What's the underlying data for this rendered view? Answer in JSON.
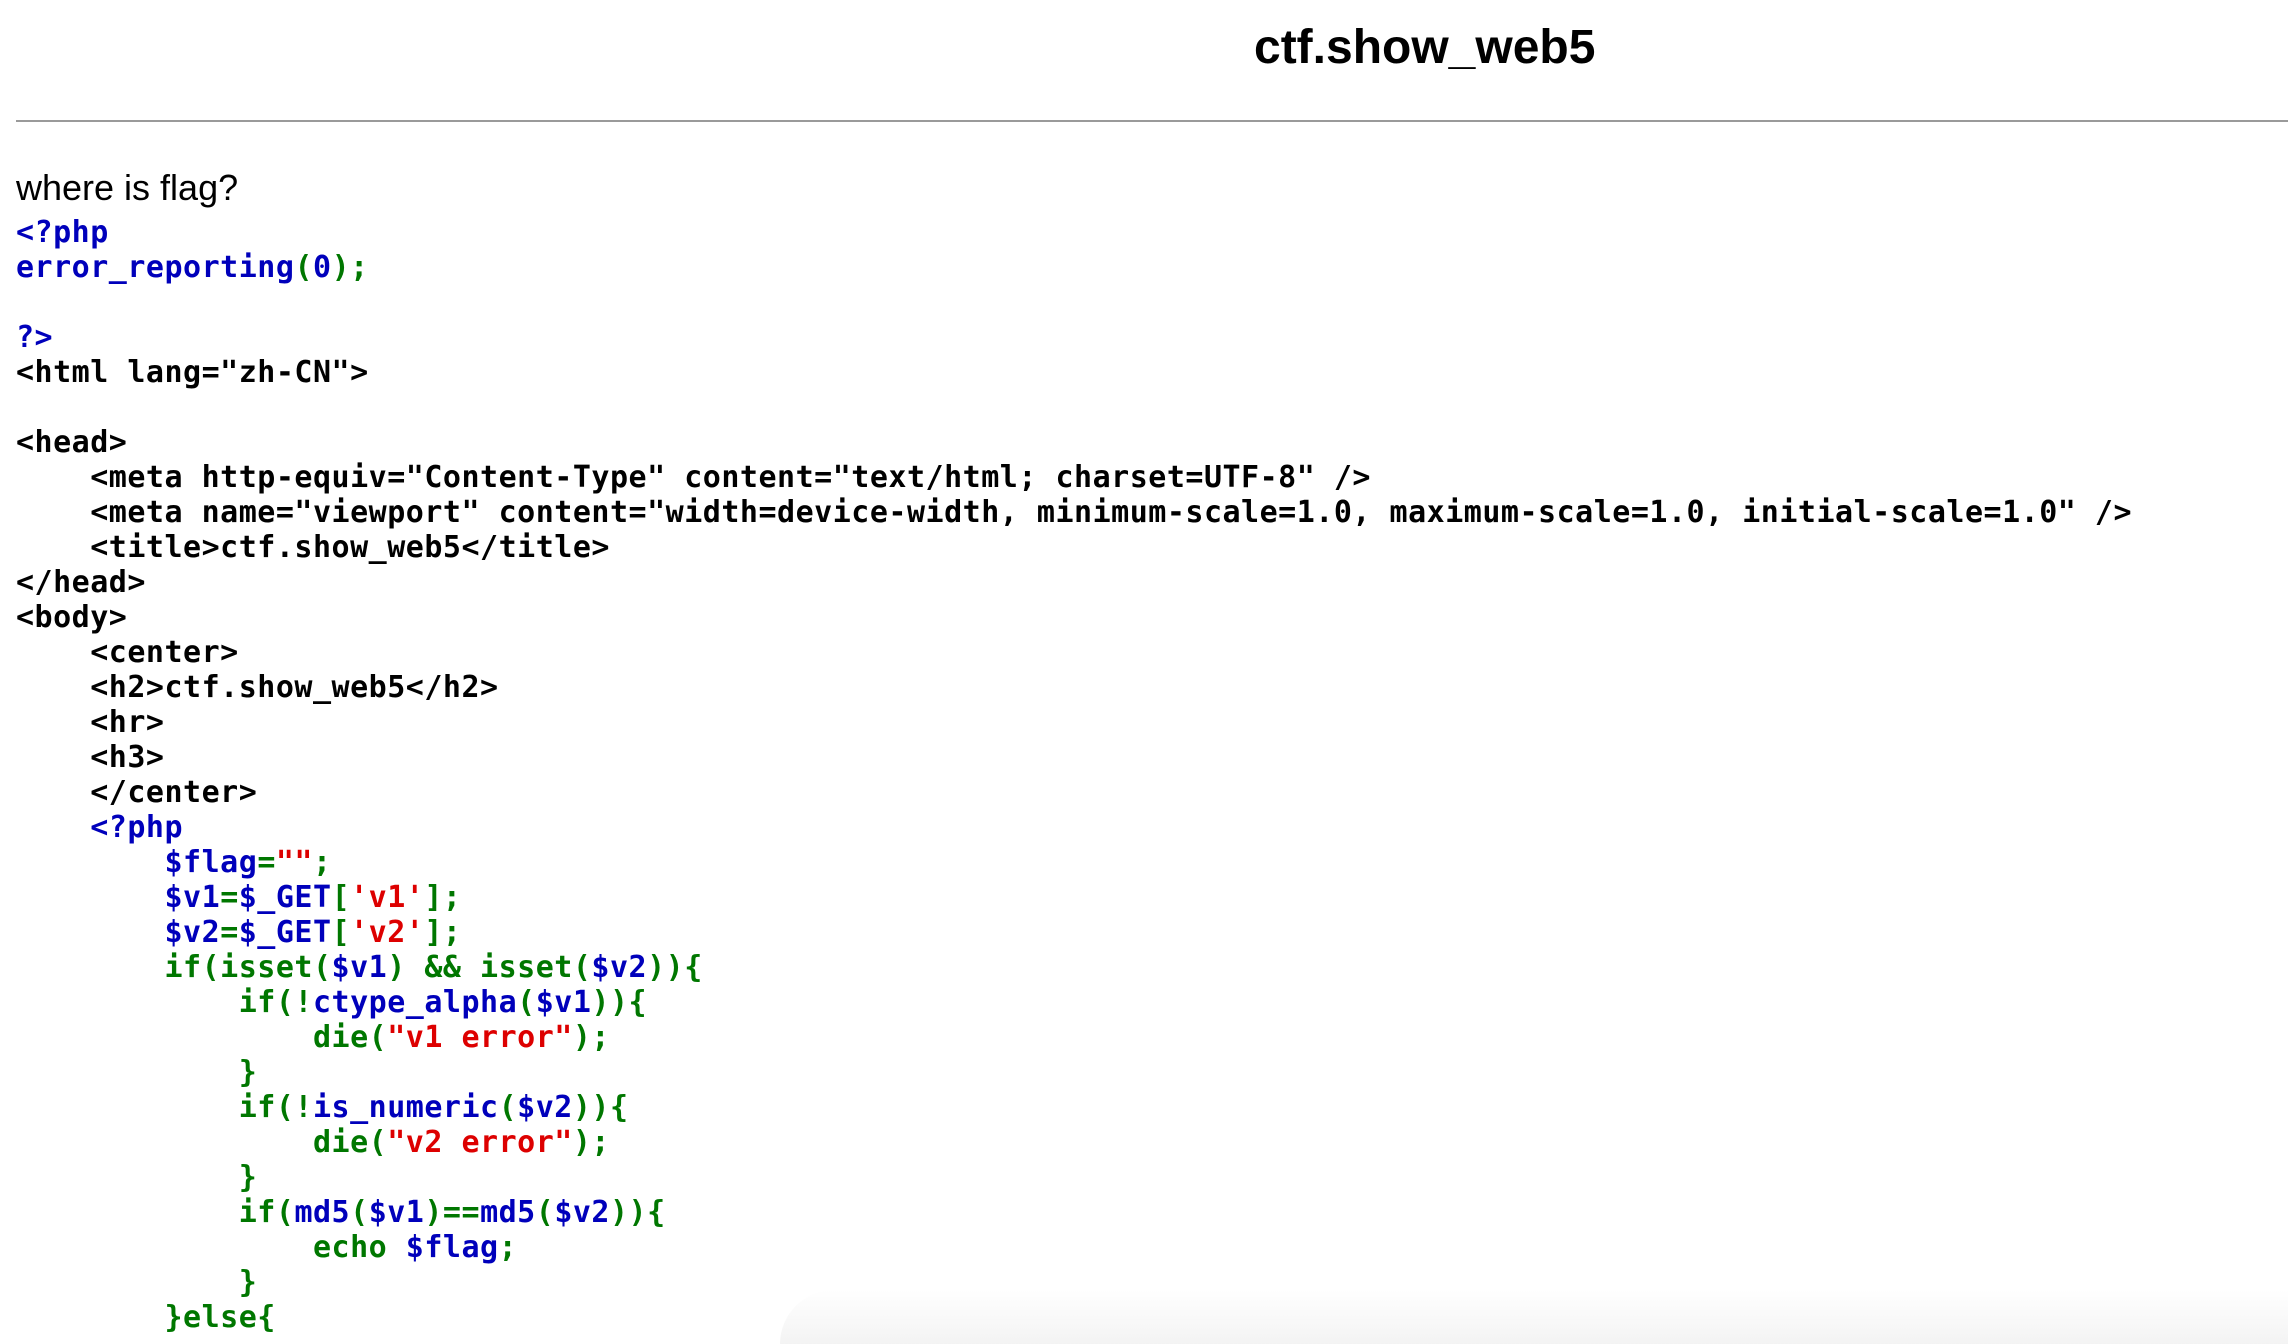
{
  "page": {
    "heading": "ctf.show_web5",
    "subheading": "where is flag?"
  },
  "colors": {
    "default": "#000000",
    "keyword": "#007700",
    "identifier": "#0000BB",
    "string": "#DD0000"
  },
  "source_lines": [
    [
      [
        "blue",
        "<?php"
      ]
    ],
    [
      [
        "blue",
        "error_reporting"
      ],
      [
        "green",
        "("
      ],
      [
        "blue",
        "0"
      ],
      [
        "green",
        ");"
      ]
    ],
    [],
    [
      [
        "blue",
        "?>"
      ]
    ],
    [
      [
        "black",
        "<html lang=\"zh-CN\">"
      ]
    ],
    [],
    [
      [
        "black",
        "<head>"
      ]
    ],
    [
      [
        "black",
        "    <meta http-equiv=\"Content-Type\" content=\"text/html; charset=UTF-8\" />"
      ]
    ],
    [
      [
        "black",
        "    <meta name=\"viewport\" content=\"width=device-width, minimum-scale=1.0, maximum-scale=1.0, initial-scale=1.0\" />"
      ]
    ],
    [
      [
        "black",
        "    <title>ctf.show_web5</title>"
      ]
    ],
    [
      [
        "black",
        "</head>"
      ]
    ],
    [
      [
        "black",
        "<body>"
      ]
    ],
    [
      [
        "black",
        "    <center>"
      ]
    ],
    [
      [
        "black",
        "    <h2>ctf.show_web5</h2>"
      ]
    ],
    [
      [
        "black",
        "    <hr>"
      ]
    ],
    [
      [
        "black",
        "    <h3>"
      ]
    ],
    [
      [
        "black",
        "    </center>"
      ]
    ],
    [
      [
        "black",
        "    "
      ],
      [
        "blue",
        "<?php"
      ]
    ],
    [
      [
        "blue",
        "        $flag"
      ],
      [
        "green",
        "="
      ],
      [
        "red",
        "\"\""
      ],
      [
        "green",
        ";"
      ]
    ],
    [
      [
        "blue",
        "        $v1"
      ],
      [
        "green",
        "="
      ],
      [
        "blue",
        "$_GET"
      ],
      [
        "green",
        "["
      ],
      [
        "red",
        "'v1'"
      ],
      [
        "green",
        "];"
      ]
    ],
    [
      [
        "blue",
        "        $v2"
      ],
      [
        "green",
        "="
      ],
      [
        "blue",
        "$_GET"
      ],
      [
        "green",
        "["
      ],
      [
        "red",
        "'v2'"
      ],
      [
        "green",
        "];"
      ]
    ],
    [
      [
        "green",
        "        if(isset("
      ],
      [
        "blue",
        "$v1"
      ],
      [
        "green",
        ") && isset("
      ],
      [
        "blue",
        "$v2"
      ],
      [
        "green",
        ")){"
      ]
    ],
    [
      [
        "green",
        "            if(!"
      ],
      [
        "blue",
        "ctype_alpha"
      ],
      [
        "green",
        "("
      ],
      [
        "blue",
        "$v1"
      ],
      [
        "green",
        ")){"
      ]
    ],
    [
      [
        "green",
        "                die("
      ],
      [
        "red",
        "\"v1 error\""
      ],
      [
        "green",
        ");"
      ]
    ],
    [
      [
        "green",
        "            }"
      ]
    ],
    [
      [
        "green",
        "            if(!"
      ],
      [
        "blue",
        "is_numeric"
      ],
      [
        "green",
        "("
      ],
      [
        "blue",
        "$v2"
      ],
      [
        "green",
        ")){"
      ]
    ],
    [
      [
        "green",
        "                die("
      ],
      [
        "red",
        "\"v2 error\""
      ],
      [
        "green",
        ");"
      ]
    ],
    [
      [
        "green",
        "            }"
      ]
    ],
    [
      [
        "green",
        "            if("
      ],
      [
        "blue",
        "md5"
      ],
      [
        "green",
        "("
      ],
      [
        "blue",
        "$v1"
      ],
      [
        "green",
        ")=="
      ],
      [
        "blue",
        "md5"
      ],
      [
        "green",
        "("
      ],
      [
        "blue",
        "$v2"
      ],
      [
        "green",
        ")){"
      ]
    ],
    [
      [
        "green",
        "                echo "
      ],
      [
        "blue",
        "$flag"
      ],
      [
        "green",
        ";"
      ]
    ],
    [
      [
        "green",
        "            }"
      ]
    ],
    [
      [
        "green",
        "        }else{"
      ]
    ]
  ]
}
